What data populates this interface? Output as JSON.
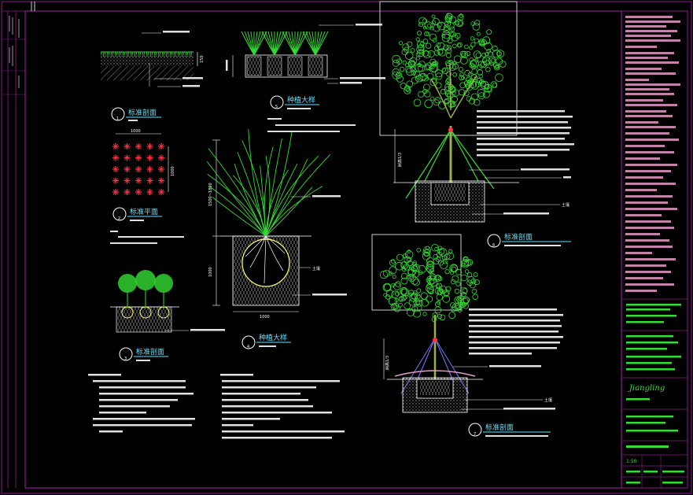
{
  "colors": {
    "frame": "#8b1a8b",
    "tree_canopy": "#33dd33",
    "trunk": "#9bb04a",
    "dimension": "#ffffff",
    "cyan_text": "#5fe6ff",
    "soil_ball": "#ffff66",
    "marker_red": "#ff3344",
    "titleblock_pink": "#e39bc6"
  },
  "dimensions": {
    "lawn_depth": "150",
    "grid_width": "1000",
    "grid_height": "1000",
    "shrub_height": "1500~1800",
    "pit_depth": "1000",
    "pit_width": "1000",
    "support_ratio": "树高1/3",
    "support_ratio_2": "树高1/3"
  },
  "detail_titles": {
    "d1": "标准剖面",
    "d2": "标准平面",
    "d3": "标准剖面",
    "d4": "种植大样",
    "d5": "种植大样",
    "d6": "标准剖面",
    "d7": "标准剖面"
  },
  "detail_nums": {
    "n1": "1",
    "n2": "2",
    "n3": "3",
    "n4": "4",
    "n5": "5",
    "n6": "6",
    "n7": "7"
  },
  "labels": {
    "soil": "土壤",
    "soil_2": "土壤",
    "soil_3": "土壤"
  },
  "titleblock": {
    "logo": "Jiangling",
    "scale_value": "1:50"
  }
}
